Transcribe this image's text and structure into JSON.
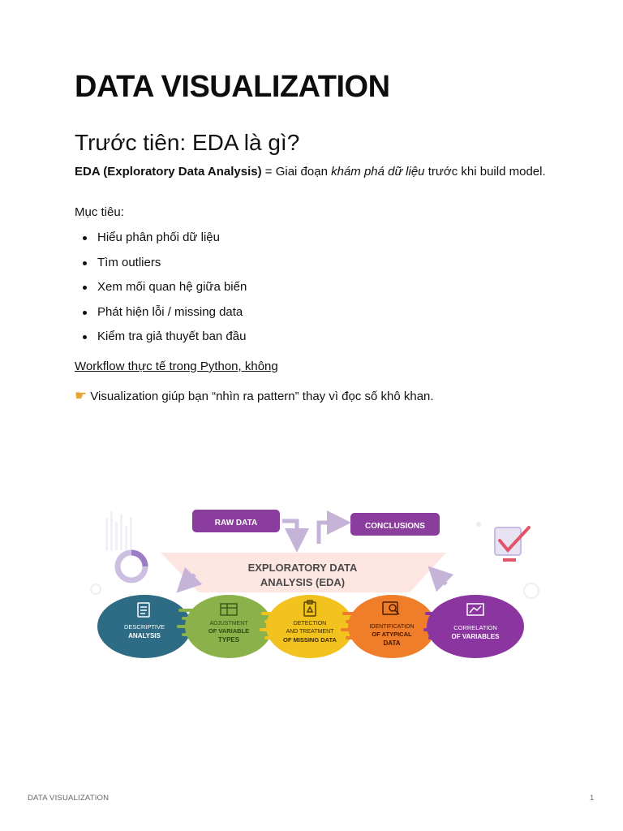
{
  "document": {
    "title": "DATA VISUALIZATION",
    "heading": "Trước tiên: EDA là gì?",
    "definition": {
      "term": "EDA (Exploratory Data Analysis)",
      "equals": " = Giai đoạn ",
      "emphasis": "khám phá dữ liệu",
      "rest": " trước khi build model."
    },
    "goals_label": "Mục tiêu:",
    "goals": [
      "Hiểu phân phối dữ liệu",
      "Tìm outliers",
      "Xem mối quan hệ giữa biến",
      "Phát hiện lỗi / missing data",
      "Kiểm tra giả thuyết ban đầu"
    ],
    "workflow_link": "Workflow thực tế trong Python, không",
    "callout_icon": "pointing-hand-icon",
    "callout_text": "Visualization giúp bạn “nhìn ra pattern” thay vì đọc số khô khan."
  },
  "figure": {
    "raw_data": "RAW DATA",
    "conclusions": "CONCLUSIONS",
    "center_line1": "EXPLORATORY DATA",
    "center_line2": "ANALYSIS (EDA)",
    "steps": [
      {
        "line1": "DESCRIPTIVE",
        "line2": "ANALYSIS",
        "line3": "",
        "color": "#2e6b85",
        "icon": "document-list-icon"
      },
      {
        "line1": "ADJUSTMENT",
        "line2": "OF VARIABLE",
        "line3": "TYPES",
        "color": "#8bb24a",
        "icon": "table-icon"
      },
      {
        "line1": "DETECTION",
        "line2": "AND TREATMENT",
        "line3": "OF MISSING DATA",
        "color": "#f2c21f",
        "icon": "clipboard-icon"
      },
      {
        "line1": "IDENTIFICATION",
        "line2": "OF ATYPICAL",
        "line3": "DATA",
        "color": "#f07d2a",
        "icon": "magnifier-icon"
      },
      {
        "line1": "CORRELATION",
        "line2": "OF VARIABLES",
        "line3": "",
        "color": "#8b36a0",
        "icon": "chart-icon"
      }
    ],
    "pill_color": "#8b3d9e",
    "funnel_color": "#fde6e1"
  },
  "footer": {
    "left": "DATA VISUALIZATION",
    "page": "1"
  }
}
